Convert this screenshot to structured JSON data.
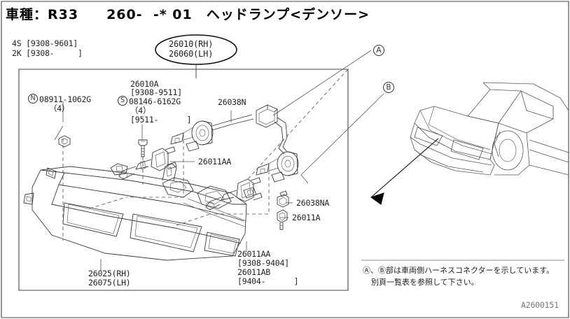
{
  "header": {
    "title": "車種：R33　　260-  -* 01　ヘッドランプ<デンソー>"
  },
  "variant_notes": {
    "line1": "4S [9308-9601]",
    "line2": "2K [9308-     ]"
  },
  "callout_main": {
    "line1": "26010(RH)",
    "line2": "26060(LH)"
  },
  "labels": {
    "nut_prefix": "N",
    "nut_part": "08911-1062G",
    "nut_qty": "（4）",
    "screw_group_title": "26010A",
    "screw_group_range": "[9308-9511]",
    "screw_prefix": "S",
    "screw_part": "08146-6162G",
    "screw_qty": "（4）",
    "screw_range2": "[9511-      ]",
    "harness": "26038N",
    "bulb_main": "26011AA",
    "grommet": "26038NA",
    "bulb_small": "26011A",
    "bulb_group_1": "26011AA",
    "bulb_group_1_range": "[9308-9404]",
    "bulb_group_2": "26011AB",
    "bulb_group_2_range": "[9404-      ]",
    "housing_rh": "26025(RH)",
    "housing_lh": "26075(LH)"
  },
  "connectors": {
    "a": "A",
    "b": "B"
  },
  "note": {
    "line1": "Ⓐ、Ⓑ部は車両側ハーネスコネクターを示しています。",
    "line2": "別頁一覧表を参照して下さい。"
  },
  "footer": {
    "code": "A2600151"
  },
  "colors": {
    "ink": "#000000",
    "line": "#3a3a3a",
    "label": "#222222"
  }
}
